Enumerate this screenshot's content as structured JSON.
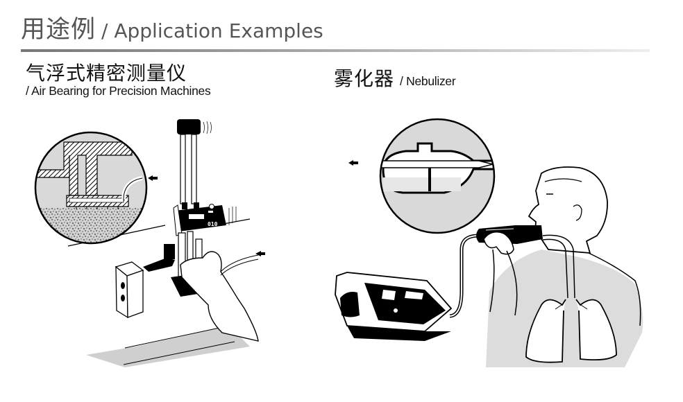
{
  "header": {
    "title_cn": "用途例",
    "title_en": "/ Application Examples"
  },
  "sections": [
    {
      "title_cn": "气浮式精密测量仪",
      "title_en": "/ Air Bearing for Precision Machines",
      "illustration": {
        "icon": "height-gauge-illustration",
        "display_reading": "010"
      }
    },
    {
      "title_cn": "雾化器",
      "title_en": "/ Nebulizer",
      "illustration": {
        "icon": "nebulizer-illustration"
      }
    }
  ],
  "colors": {
    "title_text": "#555555",
    "section_text": "#111111",
    "rule_start": "#777777",
    "rule_end": "#eeeeee",
    "illustration_gray": "#d9d9d9",
    "illustration_ink": "#000000"
  }
}
